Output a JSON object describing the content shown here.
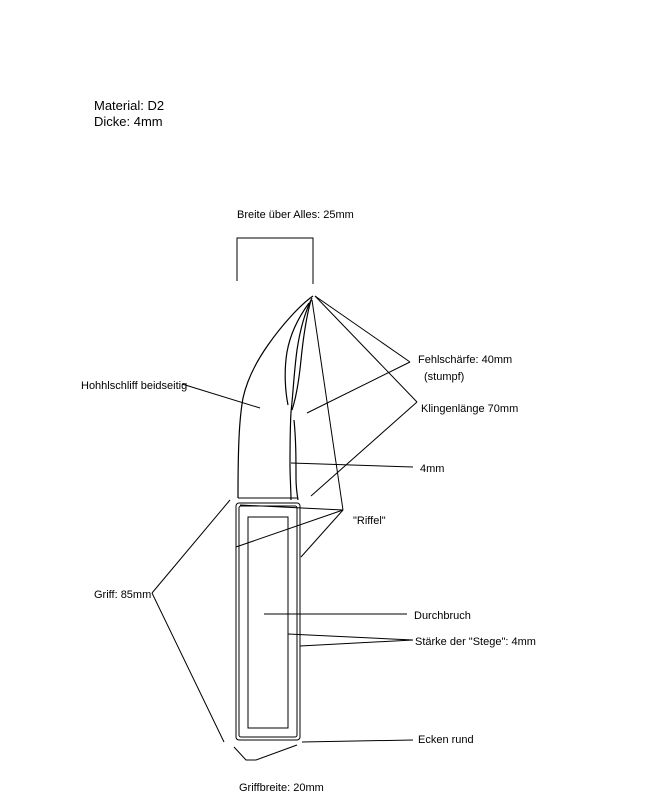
{
  "header": {
    "material": "Material: D2",
    "thickness": "Dicke: 4mm"
  },
  "labels": {
    "overall_width": "Breite über Alles: 25mm",
    "false_edge": "Fehlschärfe: 40mm",
    "false_edge_note": "(stumpf)",
    "hollow_grind": "Hohhlschliff beidseitig",
    "blade_length": "Klingenlänge 70mm",
    "spine_thickness": "4mm",
    "jimping": "\"Riffel\"",
    "handle_length": "Griff: 85mm",
    "cutout": "Durchbruch",
    "bar_thickness": "Stärke der \"Stege\": 4mm",
    "corners": "Ecken rund",
    "handle_width": "Griffbreite: 20mm"
  }
}
